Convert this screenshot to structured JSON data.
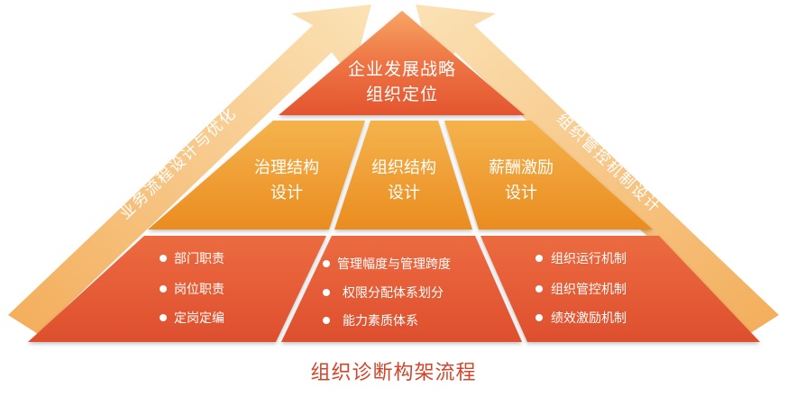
{
  "arrows": {
    "left_label": "业务流程设计与优化",
    "right_label": "组织管控机制设计"
  },
  "pyramid": {
    "top": {
      "line1": "企业发展战略",
      "line2": "组织定位"
    },
    "middle": [
      {
        "line1": "治理结构",
        "line2": "设计"
      },
      {
        "line1": "组织结构",
        "line2": "设计"
      },
      {
        "line1": "薪酬激励",
        "line2": "设计"
      }
    ],
    "bottom": [
      {
        "items": [
          "部门职责",
          "岗位职责",
          "定岗定编"
        ]
      },
      {
        "items": [
          "管理幅度与管理跨度",
          "权限分配体系划分",
          "能力素质体系"
        ]
      },
      {
        "items": [
          "组织运行机制",
          "组织管控机制",
          "绩效激励机制"
        ]
      }
    ]
  },
  "caption": "组织诊断构架流程",
  "colors": {
    "top_fill": "#ea6a3a",
    "middle_fill": "#f0a23a",
    "bottom_fill": "#e45b3a",
    "arrow_fill": "#f4c27a",
    "caption": "#d2452a",
    "text": "#ffffff"
  }
}
